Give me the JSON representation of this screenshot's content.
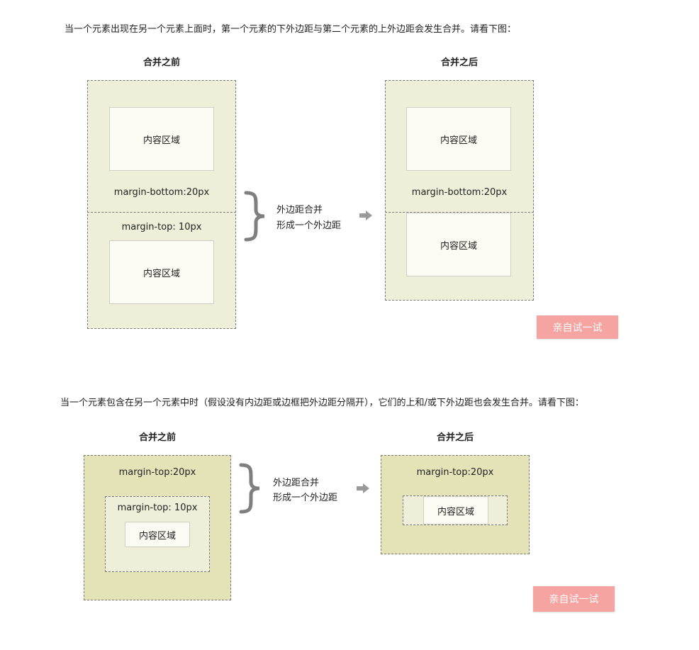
{
  "section1": {
    "intro": "当一个元素出现在另一个元素上面时，第一个元素的下外边距与第二个元素的上外边距会发生合并。请看下图：",
    "before_heading": "合并之前",
    "after_heading": "合并之后",
    "content_label": "内容区域",
    "margin_bottom_label": "margin-bottom:20px",
    "margin_top_label": "margin-top: 10px",
    "note_line1": "外边距合并",
    "note_line2": "形成一个外边距",
    "try_button": "亲自试一试"
  },
  "section2": {
    "intro": "当一个元素包含在另一个元素中时（假设没有内边距或边框把外边距分隔开），它们的上和/或下外边距也会发生合并。请看下图：",
    "before_heading": "合并之前",
    "after_heading": "合并之后",
    "outer_margin_label": "margin-top:20px",
    "inner_margin_label": "margin-top: 10px",
    "content_label": "内容区域",
    "note_line1": "外边距合并",
    "note_line2": "形成一个外边距",
    "try_button": "亲自试一试"
  },
  "colors": {
    "light_box": "#efefd9",
    "dark_box": "#e4e3b7",
    "content": "#fbfbf3",
    "button": "#f5a4a1",
    "arrow": "#9a9a9a",
    "brace": "#7f7f7f"
  }
}
